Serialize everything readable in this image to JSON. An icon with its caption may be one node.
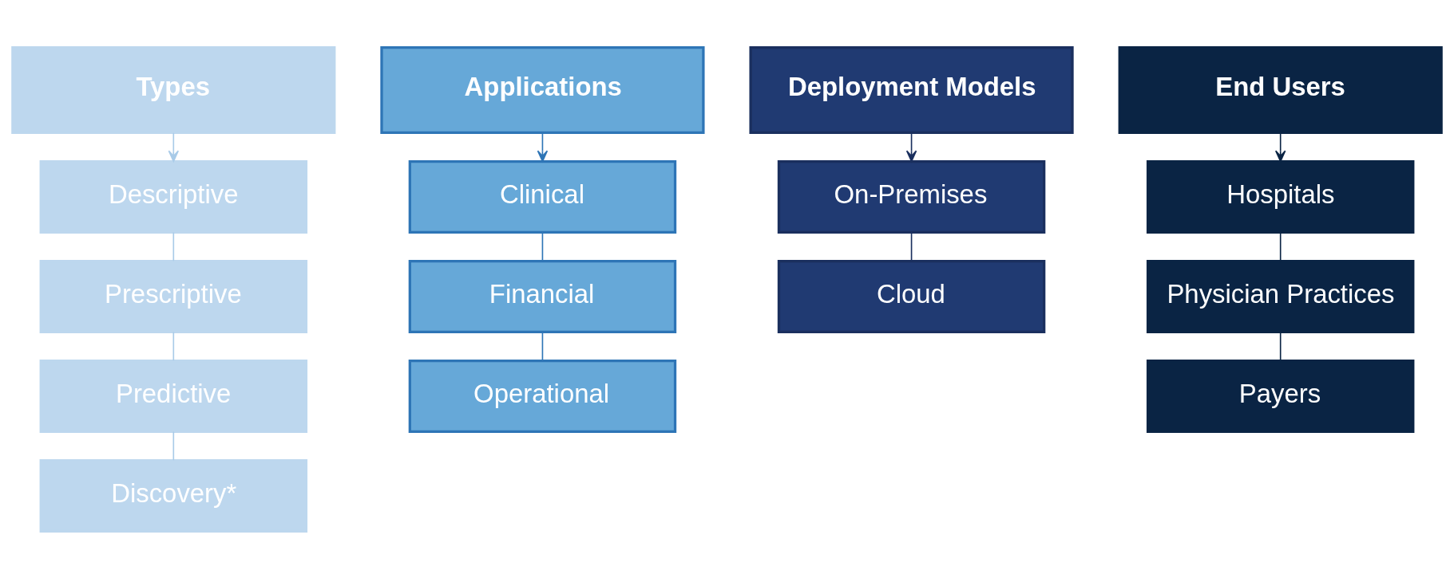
{
  "diagram": {
    "nodes": [
      {
        "text": [
          "Types"
        ]
      },
      {
        "text": [
          "Descriptive"
        ]
      },
      {
        "text": [
          "Prescriptive"
        ]
      },
      {
        "text": [
          "Predictive"
        ]
      },
      {
        "text": [
          "Discovery*"
        ]
      },
      {
        "text": [
          "Applications"
        ]
      },
      {
        "text": [
          "Clinical"
        ]
      },
      {
        "text": [
          "Financial"
        ]
      },
      {
        "text": [
          "Operational"
        ]
      },
      {
        "text": [
          "Deployment Models"
        ]
      },
      {
        "text": [
          "On-Premises"
        ]
      },
      {
        "text": [
          "Cloud"
        ]
      },
      {
        "text": [
          "End Users"
        ]
      },
      {
        "text": [
          "Hospitals"
        ]
      },
      {
        "text": [
          "Physician Practices"
        ]
      },
      {
        "text": [
          "Payers"
        ]
      }
    ],
    "edges": [
      {
        "from": 0,
        "to": 1,
        "arrow": "to",
        "color": "#a9cbe8"
      },
      {
        "from": 1,
        "to": 2,
        "arrow": "none",
        "color": "#a9cbe8"
      },
      {
        "from": 2,
        "to": 3,
        "arrow": "none",
        "color": "#a9cbe8"
      },
      {
        "from": 3,
        "to": 4,
        "arrow": "none",
        "color": "#a9cbe8"
      },
      {
        "from": 5,
        "to": 6,
        "arrow": "to",
        "color": "#2e75b6"
      },
      {
        "from": 6,
        "to": 7,
        "arrow": "none",
        "color": "#2e75b6"
      },
      {
        "from": 7,
        "to": 8,
        "arrow": "none",
        "color": "#2e75b6"
      },
      {
        "from": 9,
        "to": 10,
        "arrow": "to",
        "color": "#1a2f5e"
      },
      {
        "from": 10,
        "to": 11,
        "arrow": "none",
        "color": "#1a2f5e"
      },
      {
        "from": 12,
        "to": 13,
        "arrow": "to",
        "color": "#0a2444"
      },
      {
        "from": 13,
        "to": 14,
        "arrow": "none",
        "color": "#0a2444"
      },
      {
        "from": 14,
        "to": 15,
        "arrow": "none",
        "color": "#0a2444"
      }
    ]
  }
}
